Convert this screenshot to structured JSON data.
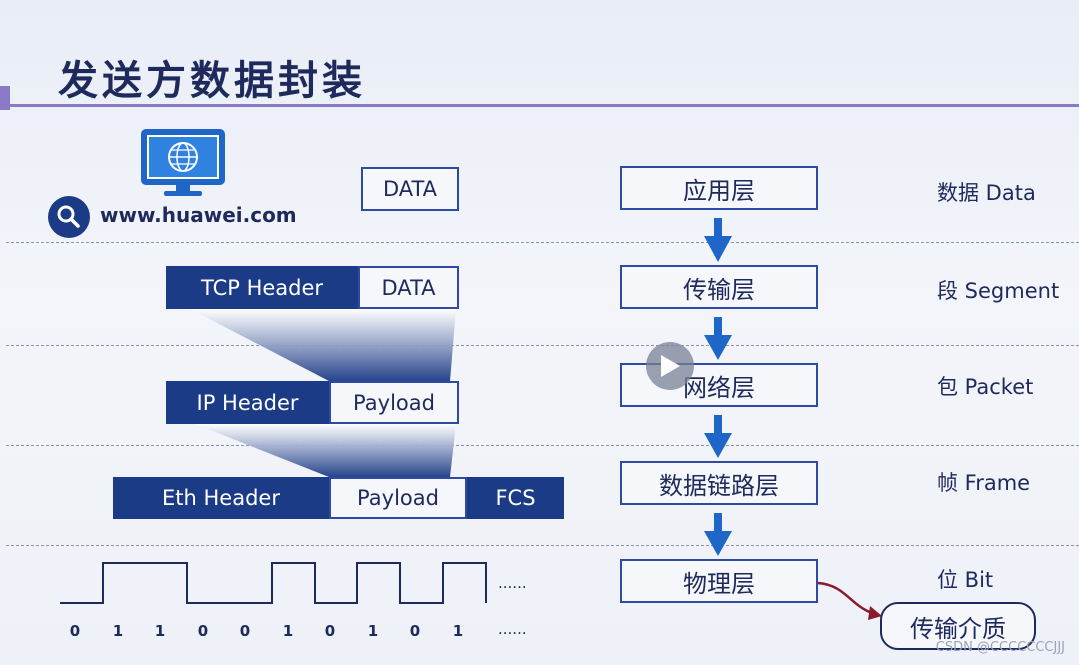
{
  "title": "发送方数据封装",
  "website": "www.huawei.com",
  "icons": [
    "monitor-globe-icon",
    "search-icon",
    "play-icon"
  ],
  "colors": {
    "accent": "#8a79c9",
    "header_fill": "#1c3b86",
    "border": "#2d4aa5"
  },
  "layers": [
    "应用层",
    "传输层",
    "网络层",
    "数据链路层",
    "物理层"
  ],
  "units": [
    "数据 Data",
    "段 Segment",
    "包 Packet",
    "帧 Frame",
    "位 Bit"
  ],
  "encapsulation": {
    "app_data": "DATA",
    "tcp_header": "TCP Header",
    "tcp_data": "DATA",
    "ip_header": "IP Header",
    "ip_payload": "Payload",
    "eth_header": "Eth Header",
    "eth_payload": "Payload",
    "eth_fcs": "FCS"
  },
  "bits": [
    "0",
    "1",
    "1",
    "0",
    "0",
    "1",
    "0",
    "1",
    "0",
    "1"
  ],
  "ellipsis": "......",
  "medium": "传输介质",
  "watermark": "CSDN @CCCCCCCJJJ"
}
